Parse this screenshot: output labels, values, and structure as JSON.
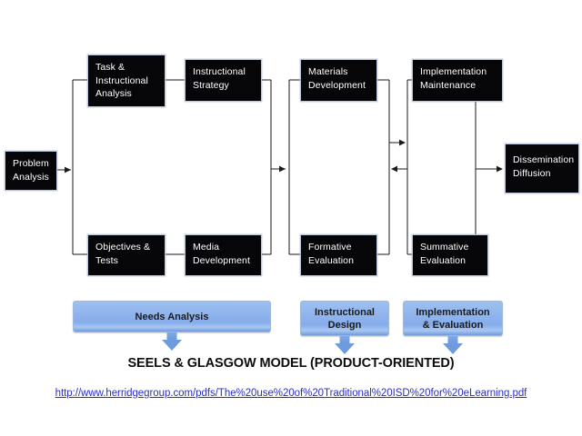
{
  "diagram": {
    "title": "SEELS & GLASGOW MODEL (PRODUCT-ORIENTED)",
    "source_url": "http://www.herridgegroup.com/pdfs/The%20use%20of%20Traditional%20ISD%20for%20eLearning.pdf",
    "accent_color": "#8db2ec",
    "box_fill_color": "#060608",
    "box_text_color": "#ffffff",
    "link_color": "#2b2fc4",
    "boxes": [
      {
        "id": "problem-analysis",
        "lines": [
          "Problem",
          "Analysis"
        ]
      },
      {
        "id": "task-instructional-analysis",
        "lines": [
          "Task &",
          "Instructional",
          "Analysis"
        ]
      },
      {
        "id": "instructional-strategy",
        "lines": [
          "Instructional",
          "Strategy"
        ]
      },
      {
        "id": "materials-development",
        "lines": [
          "Materials",
          "Development"
        ]
      },
      {
        "id": "implementation-maintenance",
        "lines": [
          "Implementation",
          "Maintenance"
        ]
      },
      {
        "id": "dissemination-diffusion",
        "lines": [
          "Dissemination",
          "Diffusion"
        ]
      },
      {
        "id": "objectives-tests",
        "lines": [
          "Objectives &",
          "Tests"
        ]
      },
      {
        "id": "media-development",
        "lines": [
          "Media",
          "Development"
        ]
      },
      {
        "id": "formative-evaluation",
        "lines": [
          "Formative",
          "Evaluation"
        ]
      },
      {
        "id": "summative-evaluation",
        "lines": [
          "Summative",
          "Evaluation"
        ]
      }
    ],
    "phase_banners": [
      {
        "id": "needs-analysis",
        "lines": [
          "Needs Analysis"
        ]
      },
      {
        "id": "instructional-design",
        "lines": [
          "Instructional",
          "Design"
        ]
      },
      {
        "id": "implementation-evaluation",
        "lines": [
          "Implementation",
          "& Evaluation"
        ]
      }
    ]
  }
}
